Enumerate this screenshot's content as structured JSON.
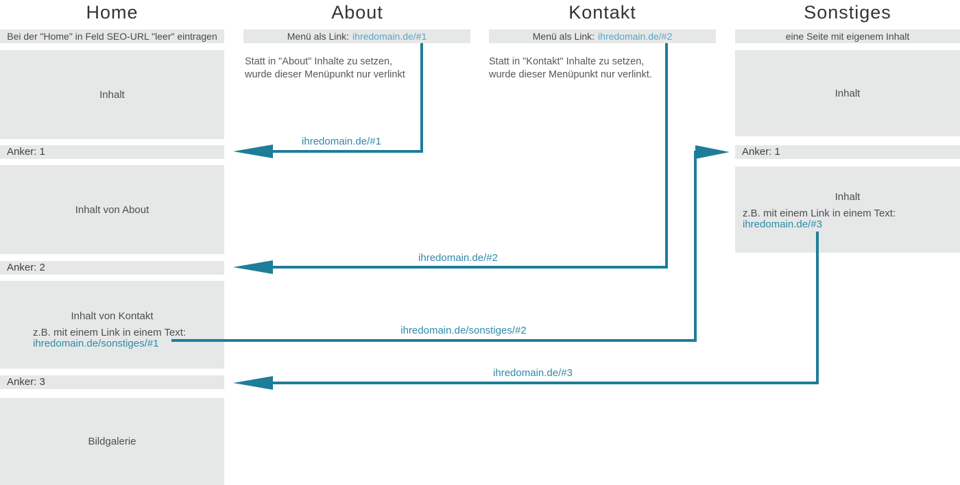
{
  "columns": {
    "home": {
      "title": "Home",
      "seo_note": "Bei der \"Home\" in Feld SEO-URL \"leer\" eintragen",
      "inhalt": "Inhalt",
      "anker1": "Anker: 1",
      "inhalt_von_about": "Inhalt von About",
      "anker2": "Anker: 2",
      "inhalt_von_kontakt": "Inhalt von Kontakt",
      "link_intro": "z.B. mit einem Link in einem Text:",
      "link": "ihredomain.de/sonstiges/#1",
      "anker3": "Anker: 3",
      "bildgalerie": "Bildgalerie"
    },
    "about": {
      "title": "About",
      "menu_label": "Menü als Link:",
      "menu_link": "ihredomain.de/#1",
      "note_line1": "Statt in \"About\" Inhalte zu setzen,",
      "note_line2": "wurde dieser Menüpunkt nur verlinkt"
    },
    "kontakt": {
      "title": "Kontakt",
      "menu_label": "Menü als Link:",
      "menu_link": "ihredomain.de/#2",
      "note_line1": "Statt in \"Kontakt\" Inhalte zu setzen,",
      "note_line2": "wurde dieser Menüpunkt nur verlinkt."
    },
    "sonstiges": {
      "title": "Sonstiges",
      "top_note": "eine Seite mit eigenem Inhalt",
      "inhalt": "Inhalt",
      "anker1": "Anker: 1",
      "content_title": "Inhalt",
      "link_intro": "z.B. mit einem Link in einem Text:",
      "link": "ihredomain.de/#3"
    }
  },
  "arrows": {
    "about_to_home_anker1": "ihredomain.de/#1",
    "kontakt_to_home_anker2": "ihredomain.de/#2",
    "home_to_sonstiges_anker1": "ihredomain.de/sonstiges/#2",
    "sonstiges_to_home_anker3": "ihredomain.de/#3"
  },
  "colors": {
    "arrow_teal": "#1e7d99",
    "link_teal": "#2e8aa8",
    "link_light_teal": "#58a7c4",
    "block_gray": "#e6e8e8"
  }
}
